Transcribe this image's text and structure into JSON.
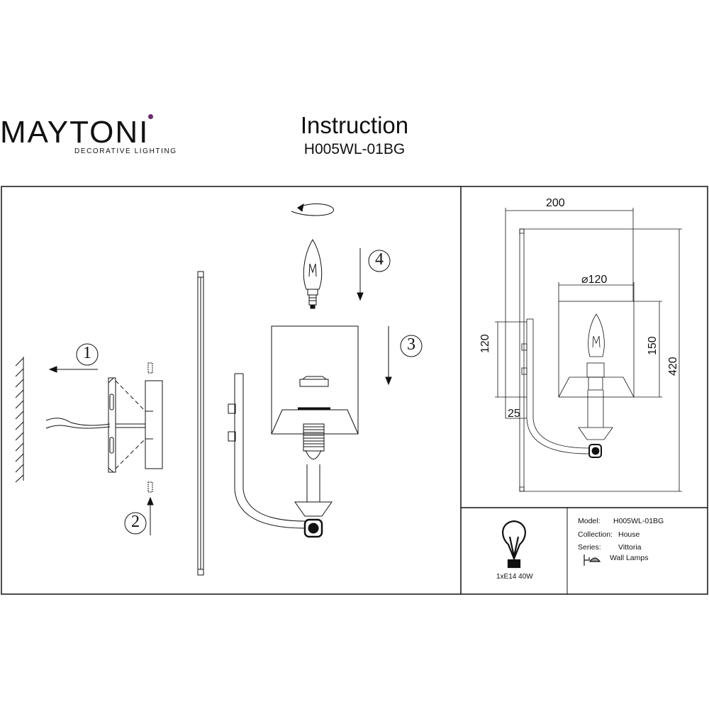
{
  "header": {
    "brand": "MAYTONI",
    "tagline": "DECORATIVE LIGHTING",
    "title": "Instruction",
    "model_code": "H005WL-01BG"
  },
  "steps": [
    "1",
    "2",
    "3",
    "4"
  ],
  "dimensions": {
    "width": "200",
    "shade_diameter": "⌀120",
    "backplate_height": "120",
    "shade_height": "150",
    "total_height": "420",
    "backplate_depth": "25"
  },
  "bulb_spec": "1xE14 40W",
  "specs": {
    "model_label": "Model:",
    "model_value": "H005WL-01BG",
    "collection_label": "Collection:",
    "collection_value": "House",
    "series_label": "Series:",
    "series_value": "Vittoria",
    "type_value": "Wall Lamps"
  },
  "colors": {
    "accent": "#6b2a6e",
    "line": "#111111"
  }
}
